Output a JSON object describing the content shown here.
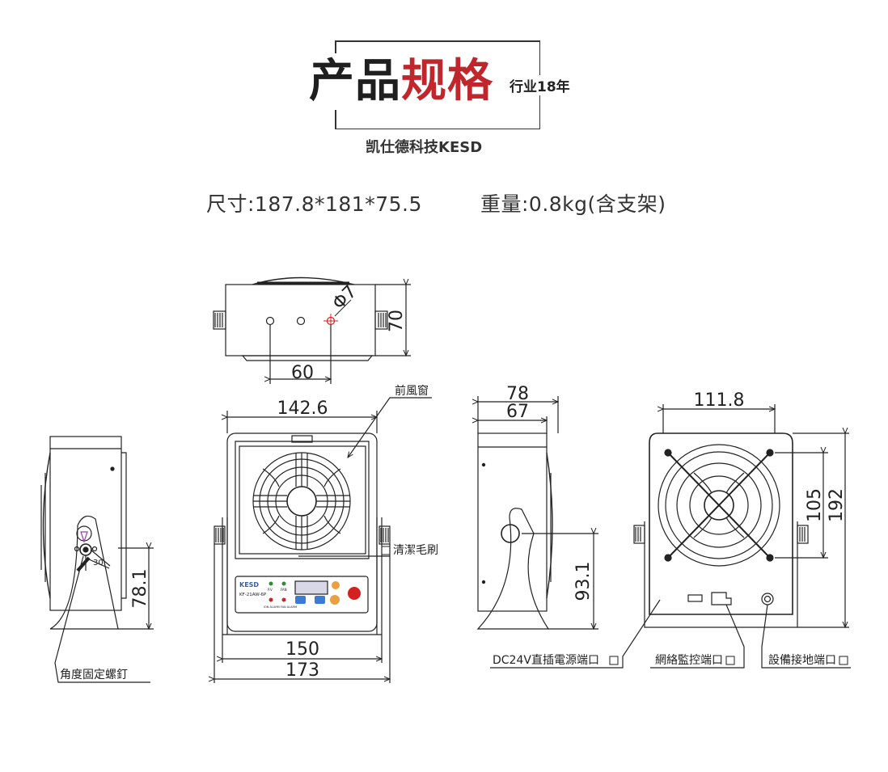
{
  "header": {
    "title_part1": "产品",
    "title_part2": "规格",
    "subtitle": "行业18年",
    "brand": "凯仕德科技KESD"
  },
  "specs": {
    "size": "尺寸:187.8*181*75.5",
    "weight": "重量:0.8kg(含支架)"
  },
  "dimensions": {
    "top_hole_dia": "Φ7",
    "top_depth": "70",
    "top_hole_spacing": "60",
    "front_width_inner": "142.6",
    "front_base_inner": "150",
    "front_base_outer": "173",
    "side_depth_outer": "78",
    "side_depth_inner": "67",
    "side_height": "93.1",
    "left_height": "78.1",
    "angle": "30",
    "back_width": "111.8",
    "back_hole_spacing": "105",
    "back_height": "192"
  },
  "labels": {
    "front_window": "前風窗",
    "cleaning_brush": "清潔毛刷",
    "angle_screw": "角度固定螺釘",
    "dc_port": "DC24V直插電源端口",
    "network_port": "網絡監控端口",
    "ground_port": "設備接地端口"
  },
  "panel": {
    "brand": "KESD",
    "model": "KF-21AW-6P",
    "led1": "P.V",
    "led2": "FAN",
    "alarm": "ION ALARM  FAN ALARM"
  },
  "colors": {
    "title_dark": "#1f1f1f",
    "title_red": "#c0272d",
    "line": "#222222",
    "hole_red": "#d42020",
    "arrow_purple": "#9b3fa8"
  }
}
